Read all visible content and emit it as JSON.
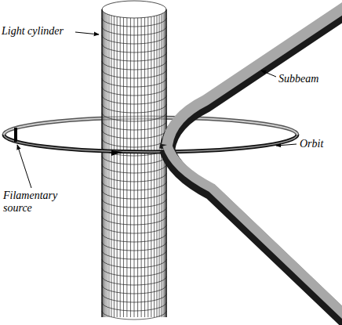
{
  "diagram": {
    "labels": [
      "Light cylinder",
      "Subbeam",
      "Orbit",
      "Filamentary source"
    ]
  }
}
